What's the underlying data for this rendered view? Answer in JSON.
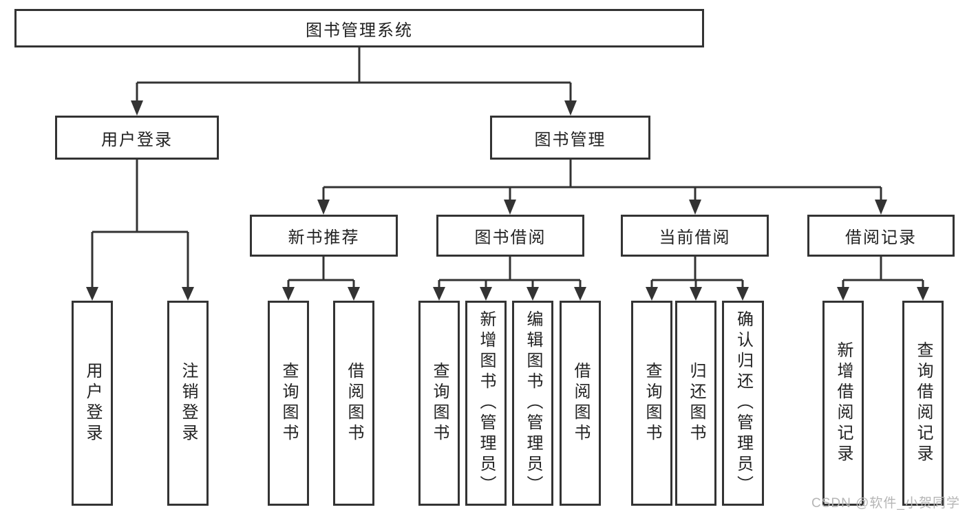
{
  "diagram": {
    "root": "图书管理系统",
    "children": [
      {
        "label": "用户登录",
        "children": [
          "用户登录",
          "注销登录"
        ]
      },
      {
        "label": "图书管理",
        "children": [
          {
            "label": "新书推荐",
            "children": [
              "查询图书",
              "借阅图书"
            ]
          },
          {
            "label": "图书借阅",
            "children": [
              "查询图书",
              "新增图书（管理员）",
              "编辑图书（管理员）",
              "借阅图书"
            ]
          },
          {
            "label": "当前借阅",
            "children": [
              "查询图书",
              "归还图书",
              "确认归还（管理员）"
            ]
          },
          {
            "label": "借阅记录",
            "children": [
              "新增借阅记录",
              "查询借阅记录"
            ]
          }
        ]
      }
    ]
  },
  "watermark": "CSDN @软件_小贺同学",
  "colors": {
    "line": "#333333",
    "box_border": "#333333",
    "text": "#222222",
    "watermark": "#b5b5b5",
    "background": "#ffffff"
  }
}
